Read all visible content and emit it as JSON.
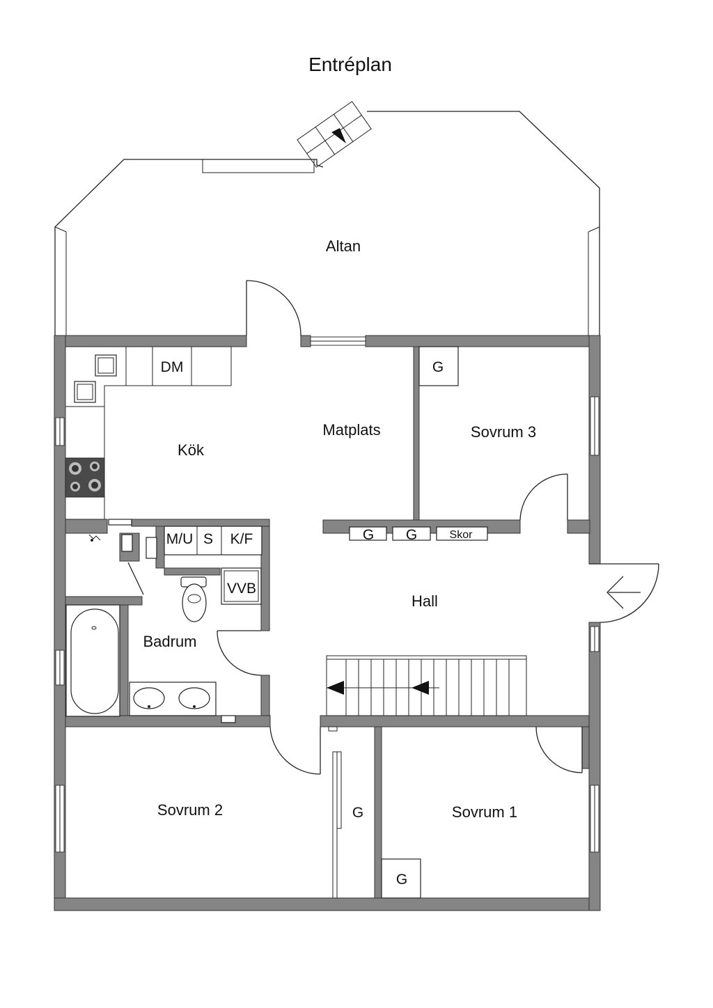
{
  "title": "Entréplan",
  "rooms": {
    "altan": "Altan",
    "kok": "Kök",
    "matplats": "Matplats",
    "sovrum3": "Sovrum 3",
    "hall": "Hall",
    "badrum": "Badrum",
    "sovrum2": "Sovrum 2",
    "sovrum1": "Sovrum 1"
  },
  "fixtures": {
    "dm": "DM",
    "mu": "M/U",
    "s": "S",
    "kf": "K/F",
    "vvb": "VVB",
    "g_sovrum3": "G",
    "g_hall_1": "G",
    "g_hall_2": "G",
    "skor": "Skor",
    "g_corridor": "G",
    "g_sovrum1": "G"
  }
}
